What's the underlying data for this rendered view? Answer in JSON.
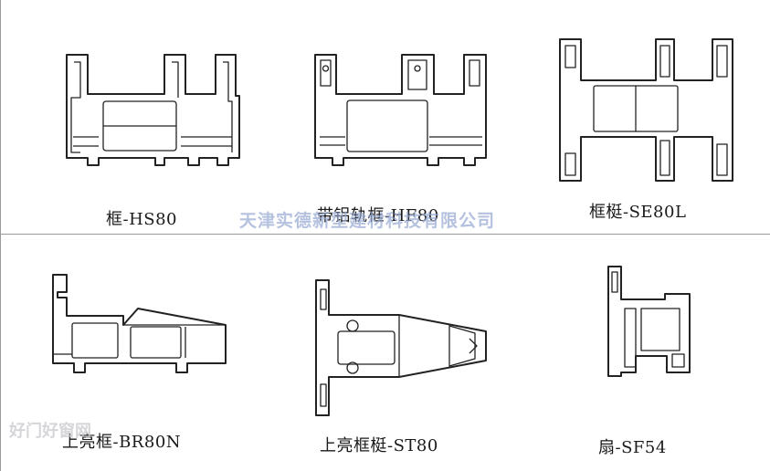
{
  "profiles": [
    {
      "name": "框-HS80"
    },
    {
      "name": "带铝轨框-HF80"
    },
    {
      "name": "框梃-SE80L"
    },
    {
      "name": "上亮框-BR80N"
    },
    {
      "name": "上亮框梃-ST80"
    },
    {
      "name": "扇-SF54"
    }
  ],
  "watermarks": {
    "company": "天津实德新型建材科技有限公司",
    "site": "好门好窗网"
  },
  "colors": {
    "line": "#222222",
    "divider": "#9a9a9a",
    "company_watermark": "#96a8d2"
  }
}
